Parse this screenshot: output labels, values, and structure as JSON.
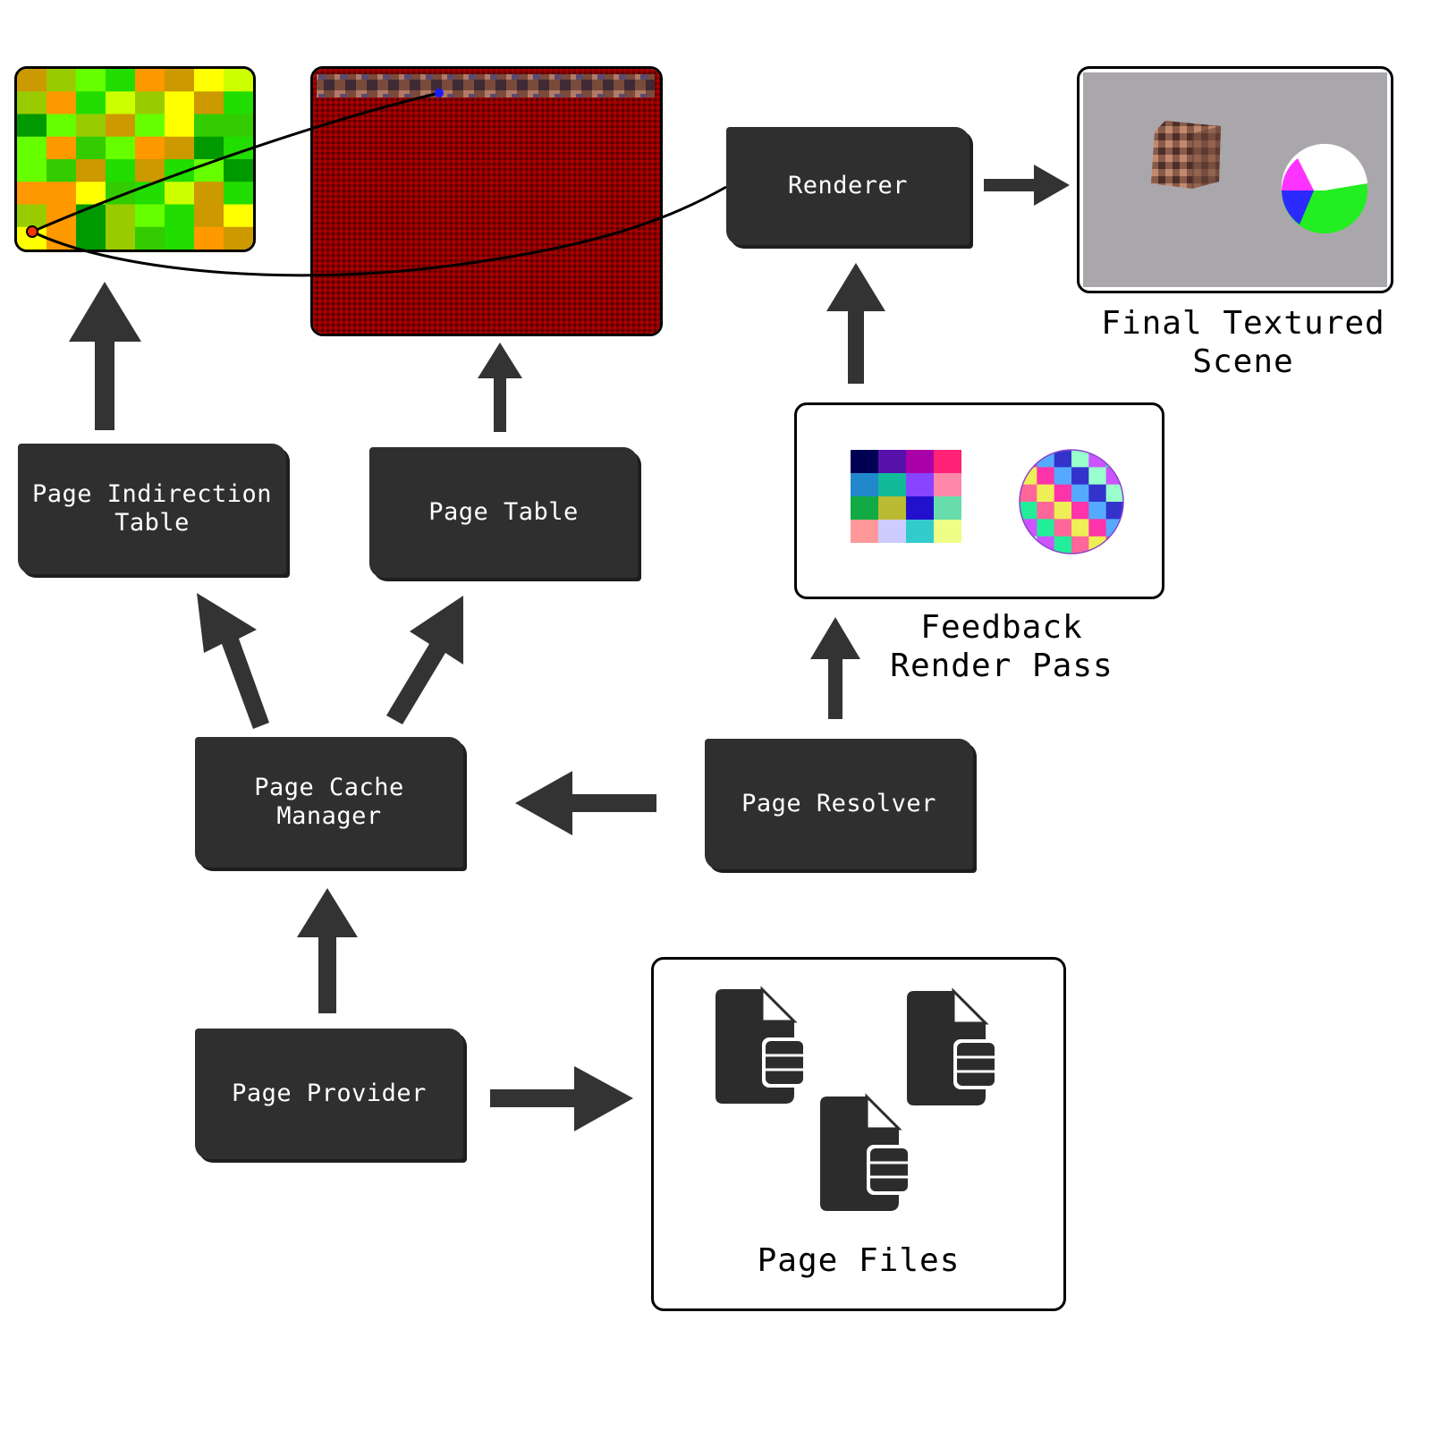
{
  "nodes": {
    "page_indirection_table": "Page Indirection\nTable",
    "page_table": "Page Table",
    "renderer": "Renderer",
    "page_cache_manager": "Page Cache\nManager",
    "page_resolver": "Page Resolver",
    "page_provider": "Page Provider"
  },
  "captions": {
    "final_scene": "Final Textured\nScene",
    "feedback_pass": "Feedback\nRender Pass",
    "page_files": "Page Files"
  },
  "icons": {
    "file": "database-file-icon",
    "cube": "cube-icon",
    "sphere": "sphere-icon"
  },
  "colors": {
    "node_fill": "#2f2f2f",
    "arrow": "#333333",
    "page_table_red": "#8b0000",
    "scene_bg": "#a9a7ab"
  }
}
